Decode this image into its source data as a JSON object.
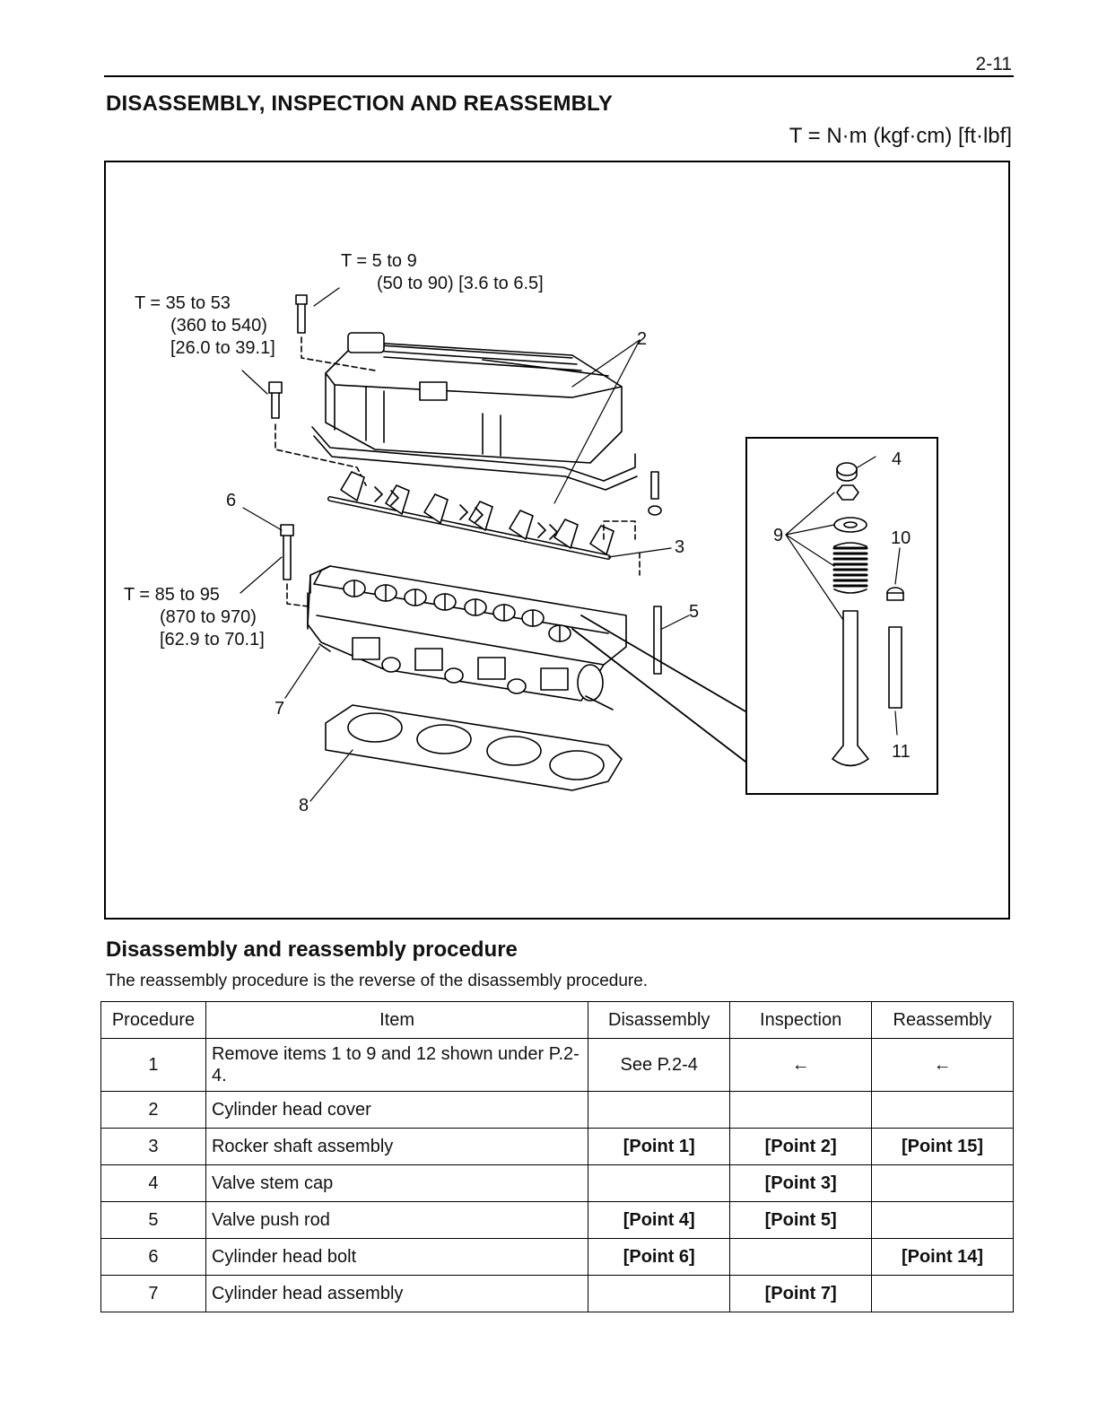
{
  "header": {
    "page_number": "2-11",
    "section_title": "DISASSEMBLY, INSPECTION AND REASSEMBLY",
    "unit_note": "T = N·m (kgf·cm) [ft·lbf]"
  },
  "figure": {
    "torque_cover_bolt": {
      "line1": "T = 5 to 9",
      "line2": "(50 to 90) [3.6 to 6.5]"
    },
    "torque_rocker_bolt": {
      "line1": "T = 35 to 53",
      "line2": "(360 to 540)",
      "line3": "[26.0 to 39.1]"
    },
    "torque_head_bolt": {
      "line1": "T = 85 to 95",
      "line2": "(870 to 970)",
      "line3": "[62.9 to 70.1]"
    },
    "callouts": [
      "2",
      "3",
      "4",
      "5",
      "6",
      "7",
      "8",
      "9",
      "10",
      "11"
    ]
  },
  "procedure": {
    "title": "Disassembly and reassembly procedure",
    "intro": "The reassembly procedure is the reverse of the disassembly procedure.",
    "columns": [
      "Procedure",
      "Item",
      "Disassembly",
      "Inspection",
      "Reassembly"
    ],
    "rows": [
      {
        "procedure": "1",
        "item": "Remove items 1 to 9 and 12 shown under P.2-4.",
        "disassembly": "See P.2-4",
        "inspection": "←",
        "reassembly": "←"
      },
      {
        "procedure": "2",
        "item": "Cylinder head cover",
        "disassembly": "",
        "inspection": "",
        "reassembly": ""
      },
      {
        "procedure": "3",
        "item": "Rocker shaft assembly",
        "disassembly": "[Point 1]",
        "inspection": "[Point 2]",
        "reassembly": "[Point 15]"
      },
      {
        "procedure": "4",
        "item": "Valve stem cap",
        "disassembly": "",
        "inspection": "[Point 3]",
        "reassembly": ""
      },
      {
        "procedure": "5",
        "item": "Valve push rod",
        "disassembly": "[Point 4]",
        "inspection": "[Point 5]",
        "reassembly": ""
      },
      {
        "procedure": "6",
        "item": "Cylinder head bolt",
        "disassembly": "[Point 6]",
        "inspection": "",
        "reassembly": "[Point 14]"
      },
      {
        "procedure": "7",
        "item": "Cylinder head assembly",
        "disassembly": "",
        "inspection": "[Point 7]",
        "reassembly": ""
      }
    ]
  }
}
